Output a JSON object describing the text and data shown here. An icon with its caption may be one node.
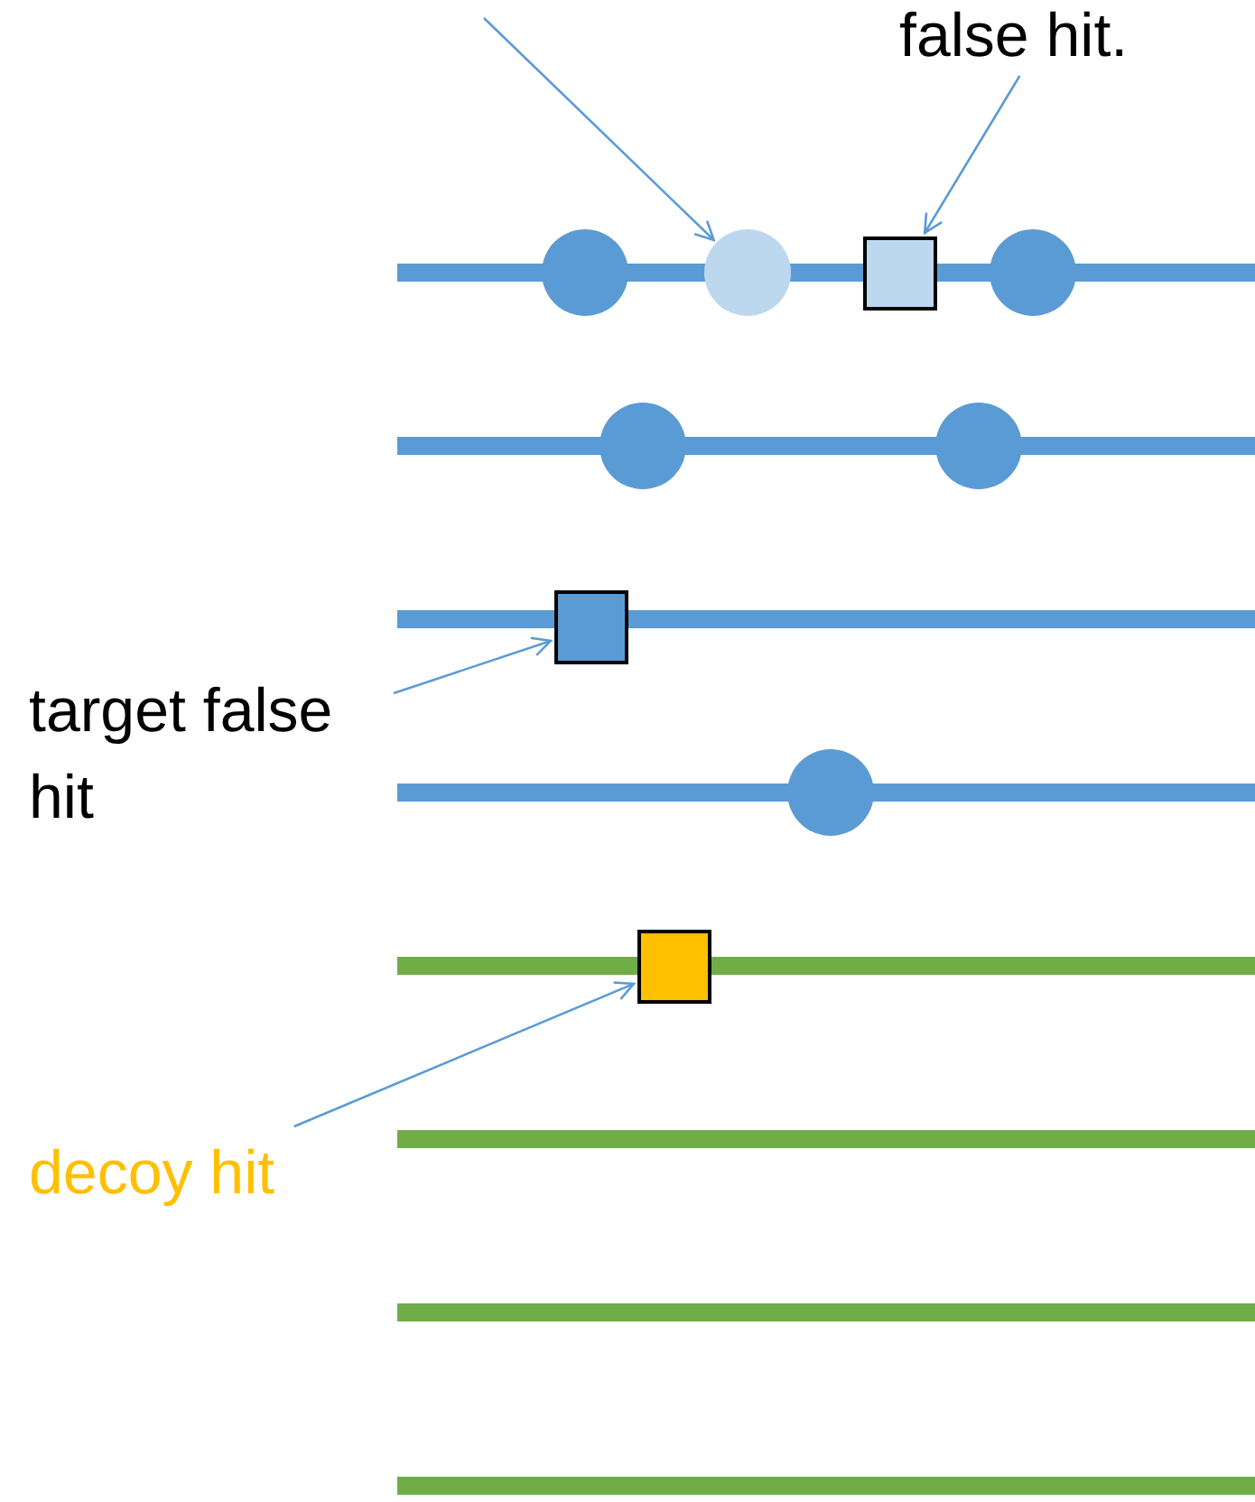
{
  "diagram": {
    "nodes": [
      {
        "text": [
          "false hit."
        ]
      },
      {
        "text": [
          "target false hit"
        ]
      },
      {
        "text": [
          "decoy hit"
        ]
      },
      {
        "text": [],
        "shape": "circle"
      },
      {
        "text": [],
        "shape": "box"
      },
      {
        "text": [],
        "shape": "box"
      },
      {
        "text": [],
        "shape": "box"
      }
    ],
    "edges": [
      {
        "from": null,
        "to": 3,
        "arrow": "to"
      },
      {
        "from": 0,
        "to": 4,
        "arrow": "to"
      },
      {
        "from": 1,
        "to": 5,
        "arrow": "to"
      },
      {
        "from": 2,
        "to": 6,
        "arrow": "to"
      }
    ]
  }
}
